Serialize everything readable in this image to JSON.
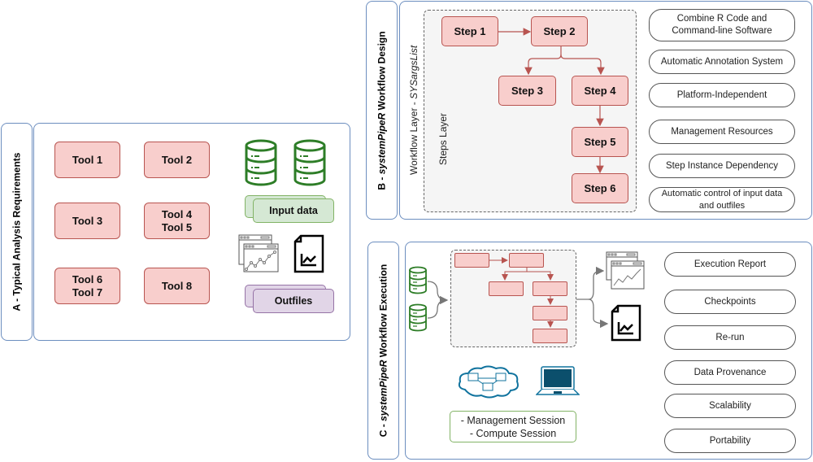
{
  "panel_a": {
    "title": "A - Typical Analysis Requirements",
    "tools": [
      "Tool 1",
      "Tool 2",
      "Tool 3",
      "Tool 4\nTool 5",
      "Tool 6\nTool 7",
      "Tool 8"
    ],
    "input_label": "Input data",
    "outfiles_label": "Outfiles"
  },
  "panel_b": {
    "title_prefix": "B - ",
    "title_italic": "systemPipeR",
    "title_suffix": " Workflow Design",
    "workflow_layer_prefix": "Workflow Layer - ",
    "workflow_layer_italic": "SYSargsList",
    "steps_layer": "Steps Layer",
    "steps": [
      "Step 1",
      "Step 2",
      "Step 3",
      "Step 4",
      "Step 5",
      "Step 6"
    ],
    "features": [
      "Combine R Code and\nCommand-line Software",
      "Automatic Annotation System",
      "Platform-Independent",
      "Management Resources",
      "Step Instance Dependency",
      "Automatic control of input data\nand outfiles"
    ]
  },
  "panel_c": {
    "title_prefix": "C - ",
    "title_italic": "systemPipeR",
    "title_suffix": " Workflow Execution",
    "sessions": [
      "- Management Session",
      "- Compute Session"
    ],
    "features": [
      "Execution Report",
      "Checkpoints",
      "Re-run",
      "Data Provenance",
      "Scalability",
      "Portability"
    ]
  },
  "colors": {
    "panel_border": "#6c8ebf",
    "step_fill": "#f8cecc",
    "step_border": "#b85450",
    "data_green": "#2d7d27",
    "input_fill": "#d5e8d4",
    "outfiles_fill": "#e1d5e7",
    "cloud_blue": "#10739e"
  }
}
